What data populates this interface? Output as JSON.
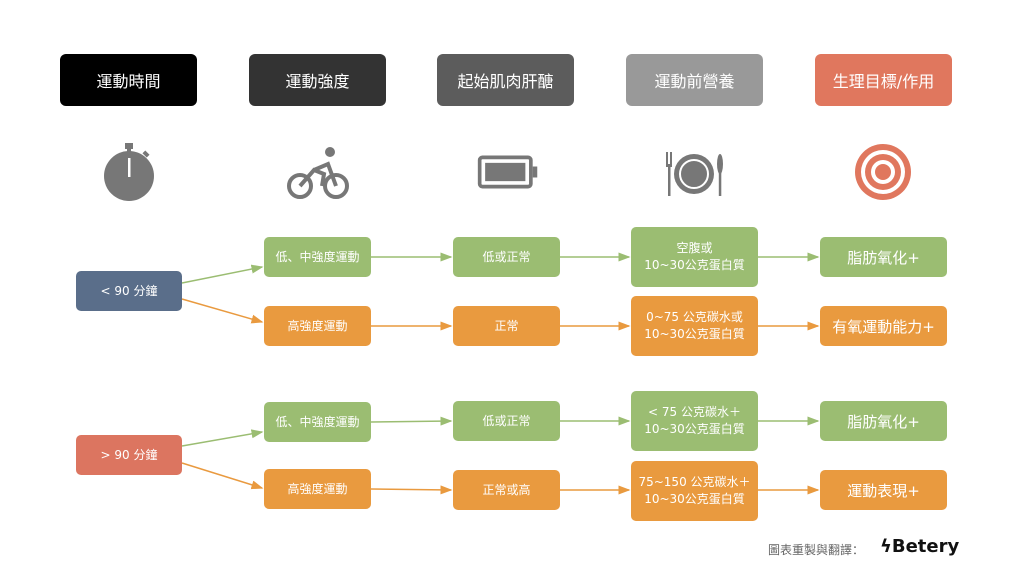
{
  "headers": [
    "運動時間",
    "運動強度",
    "起始肌肉肝醣",
    "運動前營養",
    "生理目標/作用"
  ],
  "header_colors": [
    "#000000",
    "#333333",
    "#5c5c5c",
    "#999999",
    "#e0775e"
  ],
  "durations": [
    "< 90 分鐘",
    "> 90 分鐘"
  ],
  "rows": [
    {
      "intensity": "低、中強度運動",
      "glycogen": "低或正常",
      "nutrition1": "空腹或",
      "nutrition2": "10~30公克蛋白質",
      "goal": "脂肪氧化+"
    },
    {
      "intensity": "高強度運動",
      "glycogen": "正常",
      "nutrition1": "0~75 公克碳水或",
      "nutrition2": "10~30公克蛋白質",
      "goal": "有氧運動能力+"
    },
    {
      "intensity": "低、中強度運動",
      "glycogen": "低或正常",
      "nutrition1": "< 75 公克碳水＋",
      "nutrition2": "10~30公克蛋白質",
      "goal": "脂肪氧化+"
    },
    {
      "intensity": "高強度運動",
      "glycogen": "正常或高",
      "nutrition1": "75~150 公克碳水＋",
      "nutrition2": "10~30公克蛋白質",
      "goal": "運動表現+"
    }
  ],
  "credit": "圖表重製與翻譯：",
  "brand": "Betery"
}
